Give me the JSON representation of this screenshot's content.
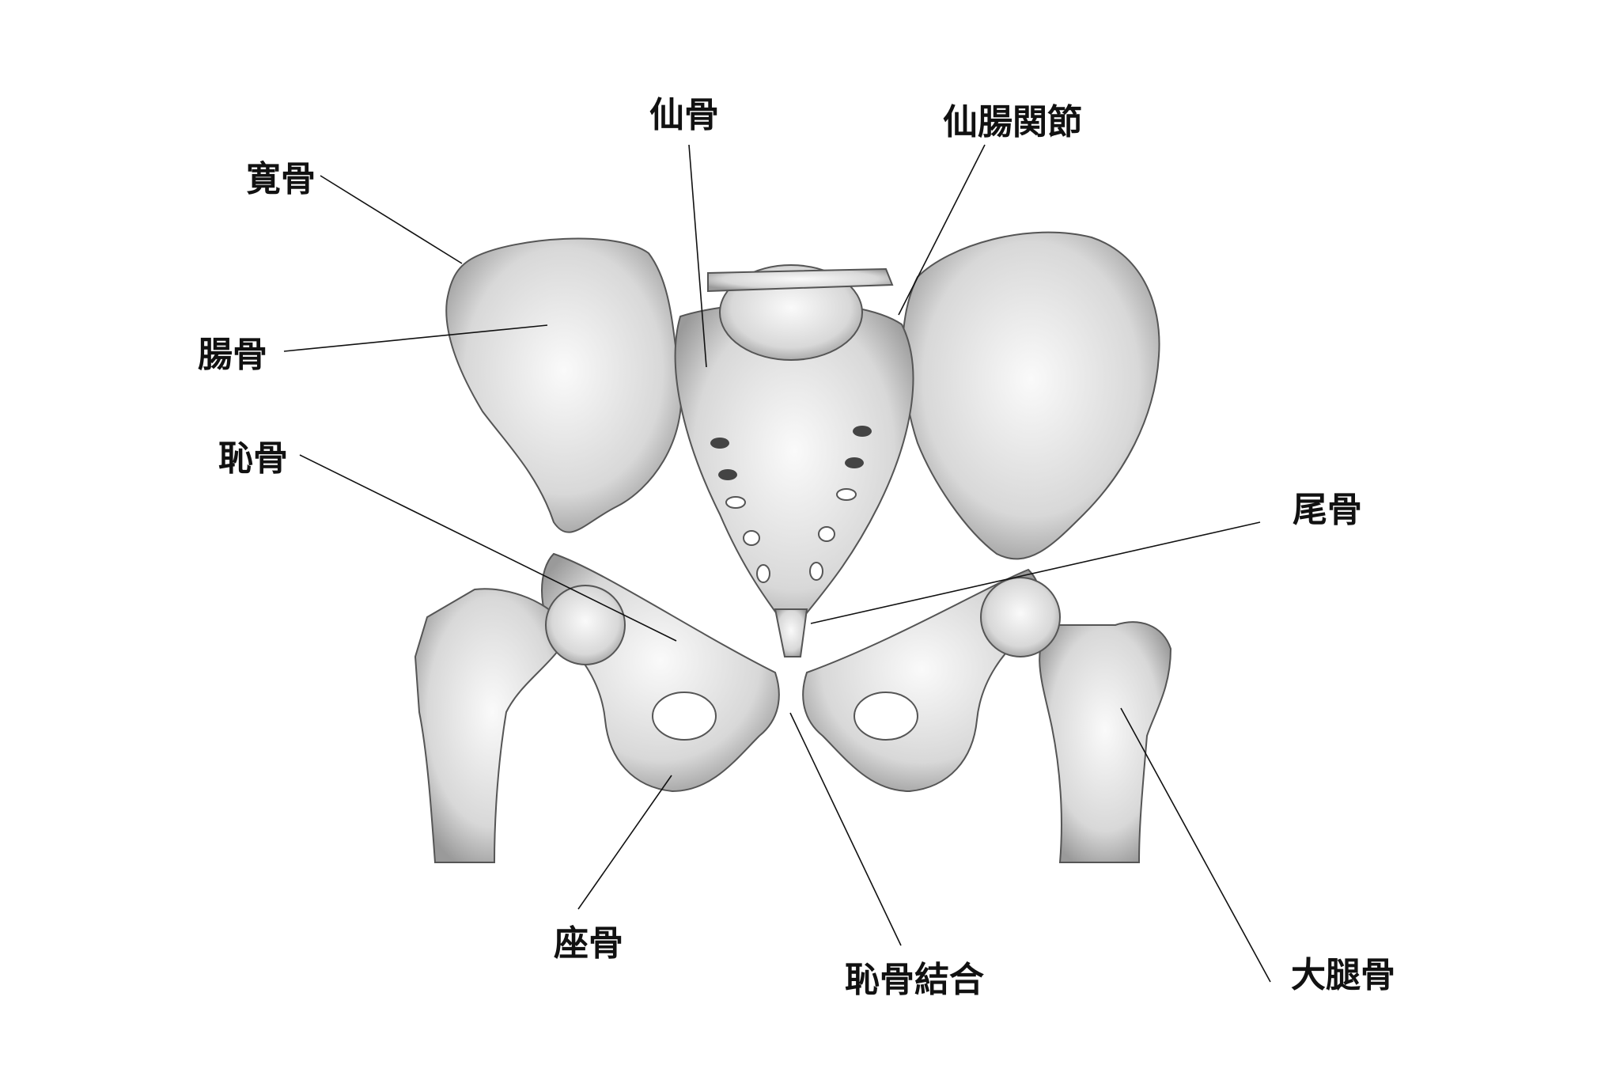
{
  "title": "骨盤の構造",
  "labels": {
    "kankotsu": "寛骨",
    "senkotsu": "仙骨",
    "senchokansetsu": "仙腸関節",
    "chokotsu": "腸骨",
    "chikotsu": "恥骨",
    "bikotsu": "尾骨",
    "zakotsu": "座骨",
    "chikotsu_ketsugo": "恥骨結合",
    "daitaikotsu": "大腿骨"
  },
  "colors": {
    "ink": "#111111",
    "bone_shade": "#8a8a8a",
    "bone_fill": "#f2f2f2"
  }
}
